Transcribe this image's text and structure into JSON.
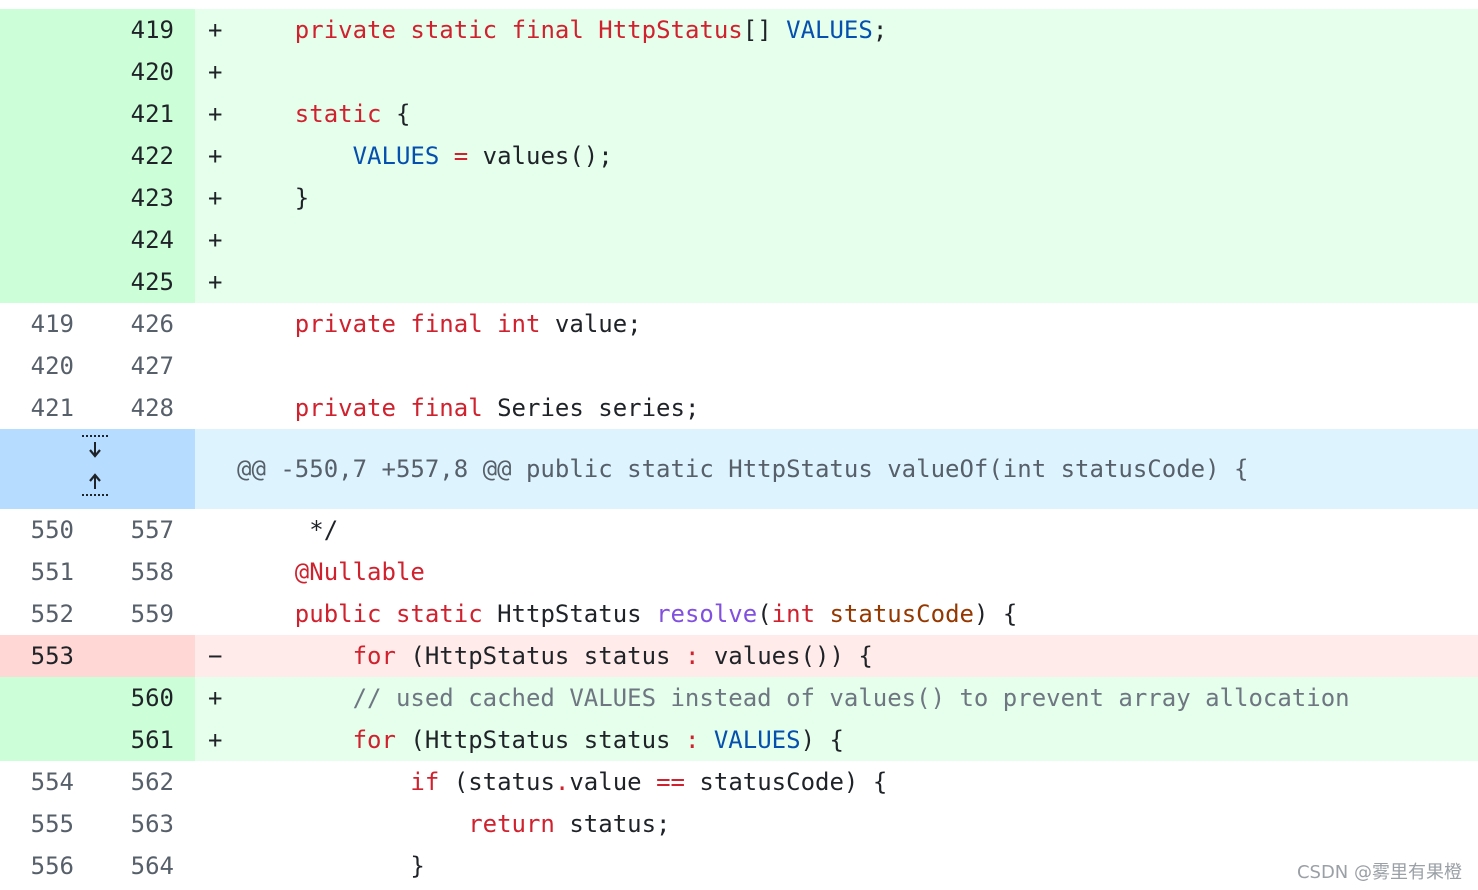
{
  "diff": {
    "added_block_1": [
      {
        "new": "419",
        "marker": "+",
        "tokens": [
          [
            "kw",
            "private"
          ],
          [
            "",
            "  "
          ],
          [
            "kw",
            "static"
          ],
          [
            "",
            " "
          ],
          [
            "kw",
            "final"
          ],
          [
            "",
            " "
          ],
          [
            "kw",
            "HttpStatus"
          ],
          [
            "",
            "[] "
          ],
          [
            "cst",
            "VALUES"
          ],
          [
            "",
            ";"
          ]
        ]
      },
      {
        "new": "420",
        "marker": "+"
      },
      {
        "new": "421",
        "marker": "+"
      },
      {
        "new": "422",
        "marker": "+"
      },
      {
        "new": "423",
        "marker": "+"
      },
      {
        "new": "424",
        "marker": "+"
      },
      {
        "new": "425",
        "marker": "+"
      }
    ],
    "lines": {
      "l419_new": "419",
      "l420_new": "420",
      "l421_new": "421",
      "l422_new": "422",
      "l423_new": "423",
      "l424_new": "424",
      "l425_new": "425",
      "c1_old": "419",
      "c1_new": "426",
      "c2_old": "420",
      "c2_new": "427",
      "c3_old": "421",
      "c3_new": "428",
      "c4_old": "550",
      "c4_new": "557",
      "c5_old": "551",
      "c5_new": "558",
      "c6_old": "552",
      "c6_new": "559",
      "d1_old": "553",
      "a1_new": "560",
      "a2_new": "561",
      "c7_old": "554",
      "c7_new": "562",
      "c8_old": "555",
      "c8_new": "563",
      "c9_old": "556",
      "c9_new": "564"
    },
    "markers": {
      "plus": "+",
      "minus": "−"
    },
    "hunk_header": "@@ -550,7 +557,8 @@ public static HttpStatus valueOf(int statusCode) {",
    "code": {
      "kw_private": "private",
      "kw_static": "static",
      "kw_final": "final",
      "kw_int": "int",
      "kw_public": "public",
      "kw_for": "for",
      "kw_if": "if",
      "kw_return": "return",
      "type_httpstatus_kw": "HttpStatus",
      "brackets": "[]",
      "const_values": "VALUES",
      "semicolon": ";",
      "open_brace": "{",
      "close_brace": "}",
      "assign": "=",
      "values_call": "values();",
      "value_field": "value;",
      "series_decl": "Series series;",
      "comment_close": "*/",
      "annotation": "@Nullable",
      "type_httpstatus": "HttpStatus",
      "fn_resolve": "resolve",
      "paren_open": "(",
      "param_statuscode": "statusCode",
      "paren_close_brace": ") {",
      "for_head_1": "(HttpStatus status",
      "colon": ":",
      "values_loop_end": "values()) {",
      "comment_line": "// used cached VALUES instead of values() to prevent array allocation",
      "values_loop_end_2": ") {",
      "if_status": "(status",
      "dot": ".",
      "value_word": "value",
      "eqeq": "==",
      "statuscode_close": "statusCode) {",
      "status_semicolon": "status;"
    }
  },
  "watermark": "CSDN @雾里有果橙",
  "colors": {
    "add_gutter": "#ccffd8",
    "add_line": "#e6ffec",
    "del_gutter": "#ffd7d5",
    "del_line": "#ffebe9",
    "hunk_gutter": "#b6dcff",
    "hunk_line": "#ddf4ff",
    "keyword": "#cf222e",
    "constant": "#0550ae",
    "function": "#8250df",
    "parameter": "#953800"
  },
  "icons": [
    "expand-down-icon",
    "expand-up-icon"
  ]
}
